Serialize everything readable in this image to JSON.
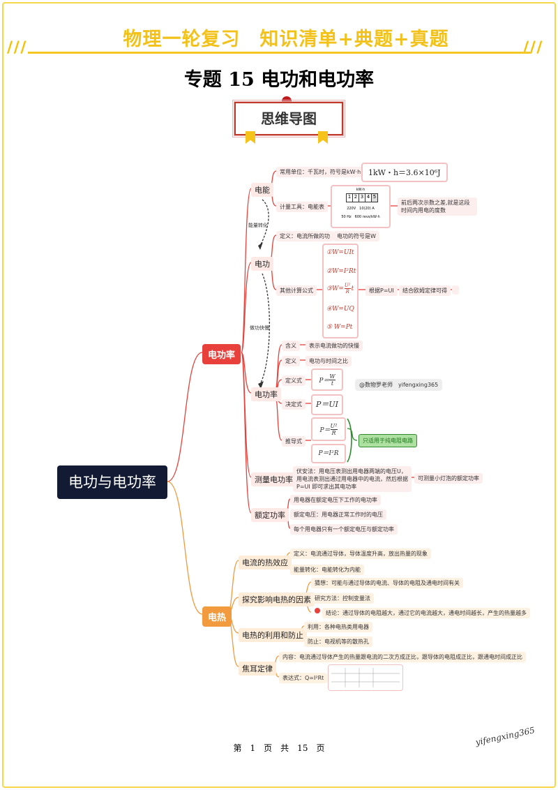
{
  "header": {
    "banner": "物理一轮复习　知识清单+典题+真题",
    "title": "专题 15  电功和电功率",
    "mindmap_label": "思维导图"
  },
  "mindmap": {
    "root": "电功与电功率",
    "dianneng": {
      "label": "电能",
      "unit": "常用单位：千瓦时，符号是kW·h",
      "unit_value": "1kW・h＝3.6×10⁶J",
      "meter": "计量工具：电能表",
      "meter_note": "前后两次示数之差,就是这段时间内用电的度数",
      "meter_unit": "kW·h",
      "meter_digits": [
        "1",
        "2",
        "3",
        "4",
        "5"
      ],
      "meter_line1": "220V　10(20) A",
      "meter_line2": "50 Hz　600 revs/kW·h"
    },
    "transition1": "能量转化",
    "diangong": {
      "label": "电功",
      "def": "定义：电流所做的功",
      "symbol": "电功的符号是W",
      "formulas_label": "其他计算公式",
      "formulas": [
        "①W=UIt",
        "②W=I²Rt",
        "③W=U²t/R",
        "④W=UQ",
        "⑤ W=Pt"
      ],
      "f3_prefix": "③W=",
      "f3_num": "U²",
      "f3_den": "R",
      "f3_suffix": "t",
      "basis": "根据P=UI",
      "ohm": "结合欧姆定律可得"
    },
    "transition2": "做功快慢",
    "dgl": {
      "label": "电功率",
      "l1": "电功率",
      "meaning_label": "含义",
      "meaning": "表示电流做功的快慢",
      "def_label": "定义",
      "def": "电功与时间之比",
      "defexpr_label": "定义式",
      "defexpr_lhs": "P＝",
      "defexpr_num": "W",
      "defexpr_den": "t",
      "decide_label": "决定式",
      "decide": "P＝UI",
      "derive_label": "推导式",
      "derive1_lhs": "P＝",
      "derive1_num": "U²",
      "derive1_den": "R",
      "derive2": "P＝I²R",
      "derive_note": "只适用于纯电阻电路",
      "measure_label": "测量电功率",
      "measure": "伏安法：用电压表测出用电器两端的电压U，用电流表测出通过用电器中的电流，然后根据 P=UI 即可求出其电功率",
      "measure_note": "可测量小灯泡的额定功率",
      "rated_label": "额定功率",
      "rated": [
        "用电器在额定电压下工作的电功率",
        "额定电压：用电器正常工作时的电压",
        "每个用电器只有一个额定电压与额定功率"
      ]
    },
    "watermark": "@数物罗老师　yifengxing365",
    "dianre": {
      "label": "电热",
      "heat_label": "电流的热效应",
      "heat_def": "定义：电流通过导体，导体温度升高，放出热量的现象",
      "heat_energy": "能量转化：电能转化为内能",
      "explore_label": "探究影响电热的因素",
      "explore": [
        "猜想：可能与通过导体的电流、导体的电阻及通电时间有关",
        "研究方法：控制变量法",
        "结论：通过导体的电阻越大，通过它的电流越大，通电时间越长，产生的热量越多"
      ],
      "use_label": "电热的利用和防止",
      "use": [
        "利用：各种电热类用电器",
        "防止：电视机等的散热孔"
      ],
      "joule_label": "焦耳定律",
      "joule_content": "内容：电流通过导体产生的热量跟电流的二次方成正比，跟导体的电阻成正比，跟通电时间成正比",
      "joule_expr": "表达式：Q=I²Rt"
    }
  },
  "footer": {
    "page": "第　1　页　共　15　页",
    "signature": "yifengxing365"
  },
  "colors": {
    "banner": "#f2c21a",
    "red_branch": "#e8403a",
    "orange_branch": "#f19a3e",
    "root": "#131a33"
  }
}
